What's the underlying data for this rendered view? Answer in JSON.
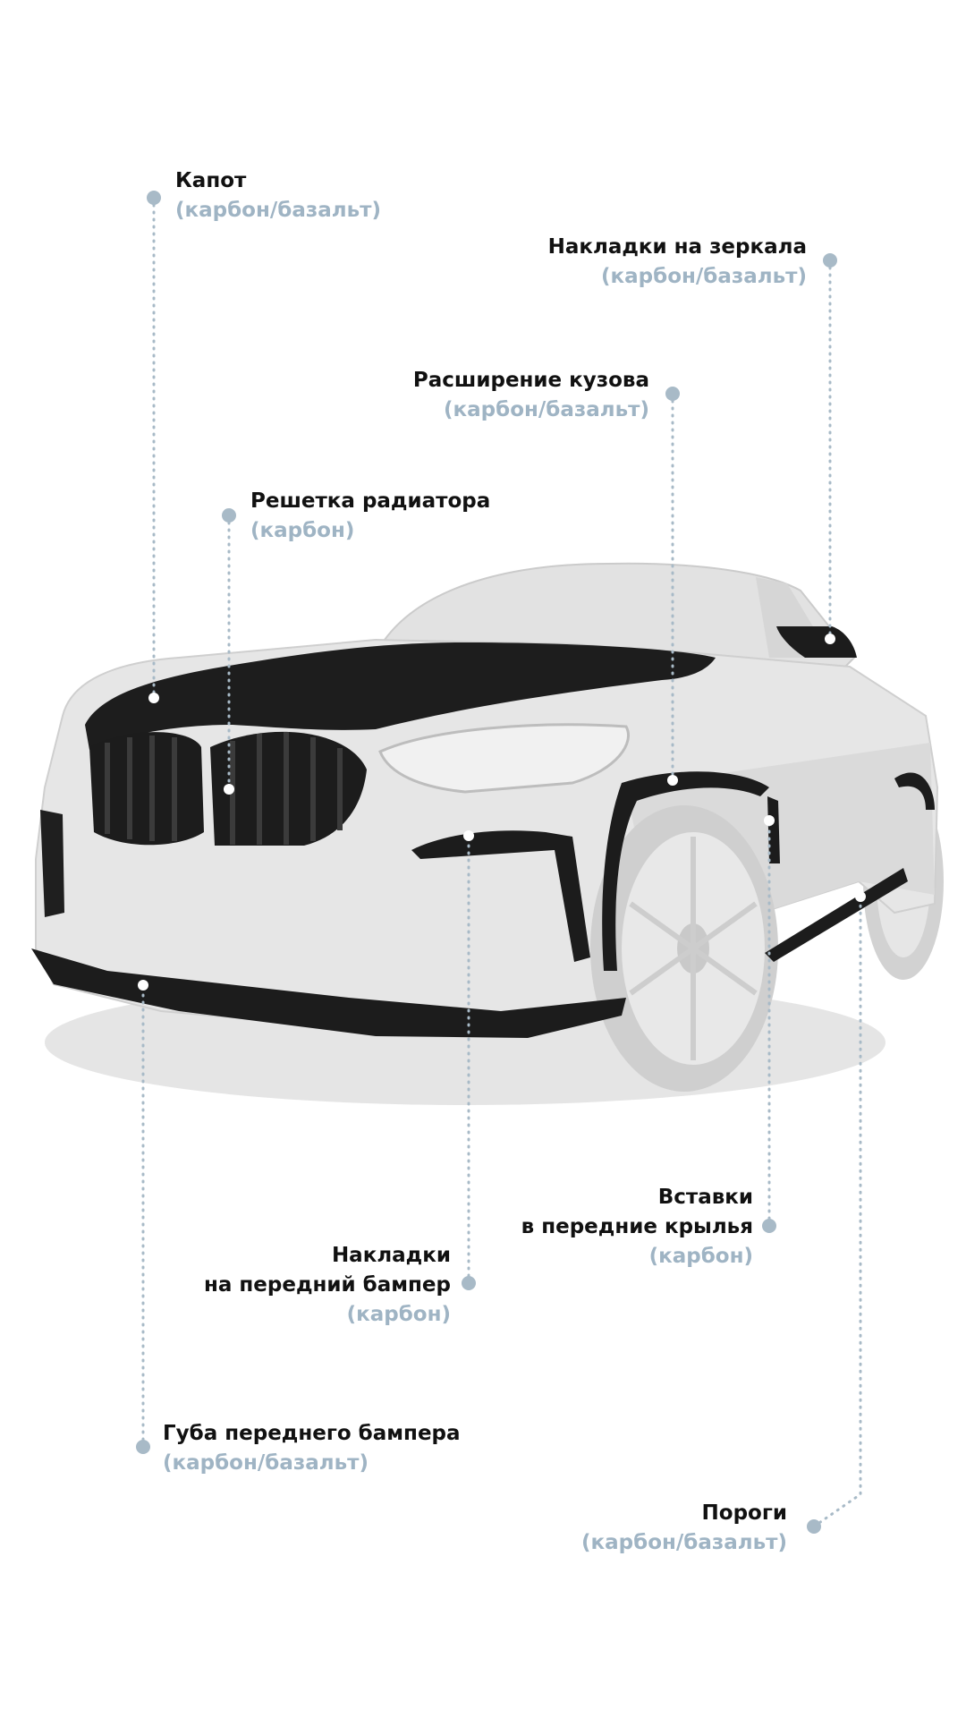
{
  "colors": {
    "background": "#ffffff",
    "label_title": "#111111",
    "label_material": "#9fb4c4",
    "leader_dot": "#a8bac7",
    "car_body": "#e4e4e4",
    "car_shade": "#cfcfcf",
    "carbon_parts": "#1c1c1c"
  },
  "callouts": [
    {
      "id": "hood",
      "title": "Капот",
      "material": "(карбон/базальт)"
    },
    {
      "id": "mirror-caps",
      "title": "Накладки на зеркала",
      "material": "(карбон/базальт)"
    },
    {
      "id": "body-kit",
      "title": "Расширение кузова",
      "material": "(карбон/базальт)"
    },
    {
      "id": "grille",
      "title": "Решетка радиатора",
      "material": "(карбон)"
    },
    {
      "id": "fender-inserts",
      "title": "Вставки\nв передние крылья",
      "material": "(карбон)"
    },
    {
      "id": "bumper-overlays",
      "title": "Накладки\nна передний бампер",
      "material": "(карбон)"
    },
    {
      "id": "front-lip",
      "title": "Губа переднего бампера",
      "material": "(карбон/базальт)"
    },
    {
      "id": "side-skirts",
      "title": "Пороги",
      "material": "(карбон/базальт)"
    }
  ]
}
